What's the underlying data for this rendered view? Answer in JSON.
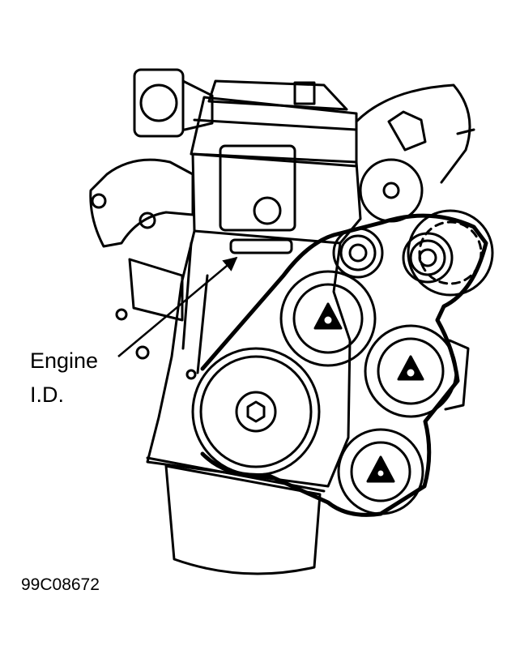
{
  "figure": {
    "callout_line_1": "Engine",
    "callout_line_2": "I.D.",
    "figure_number": "99C08672"
  },
  "colors": {
    "ink": "#000000",
    "paper": "#ffffff"
  },
  "icons": {
    "arrow": "arrow-head-icon"
  }
}
